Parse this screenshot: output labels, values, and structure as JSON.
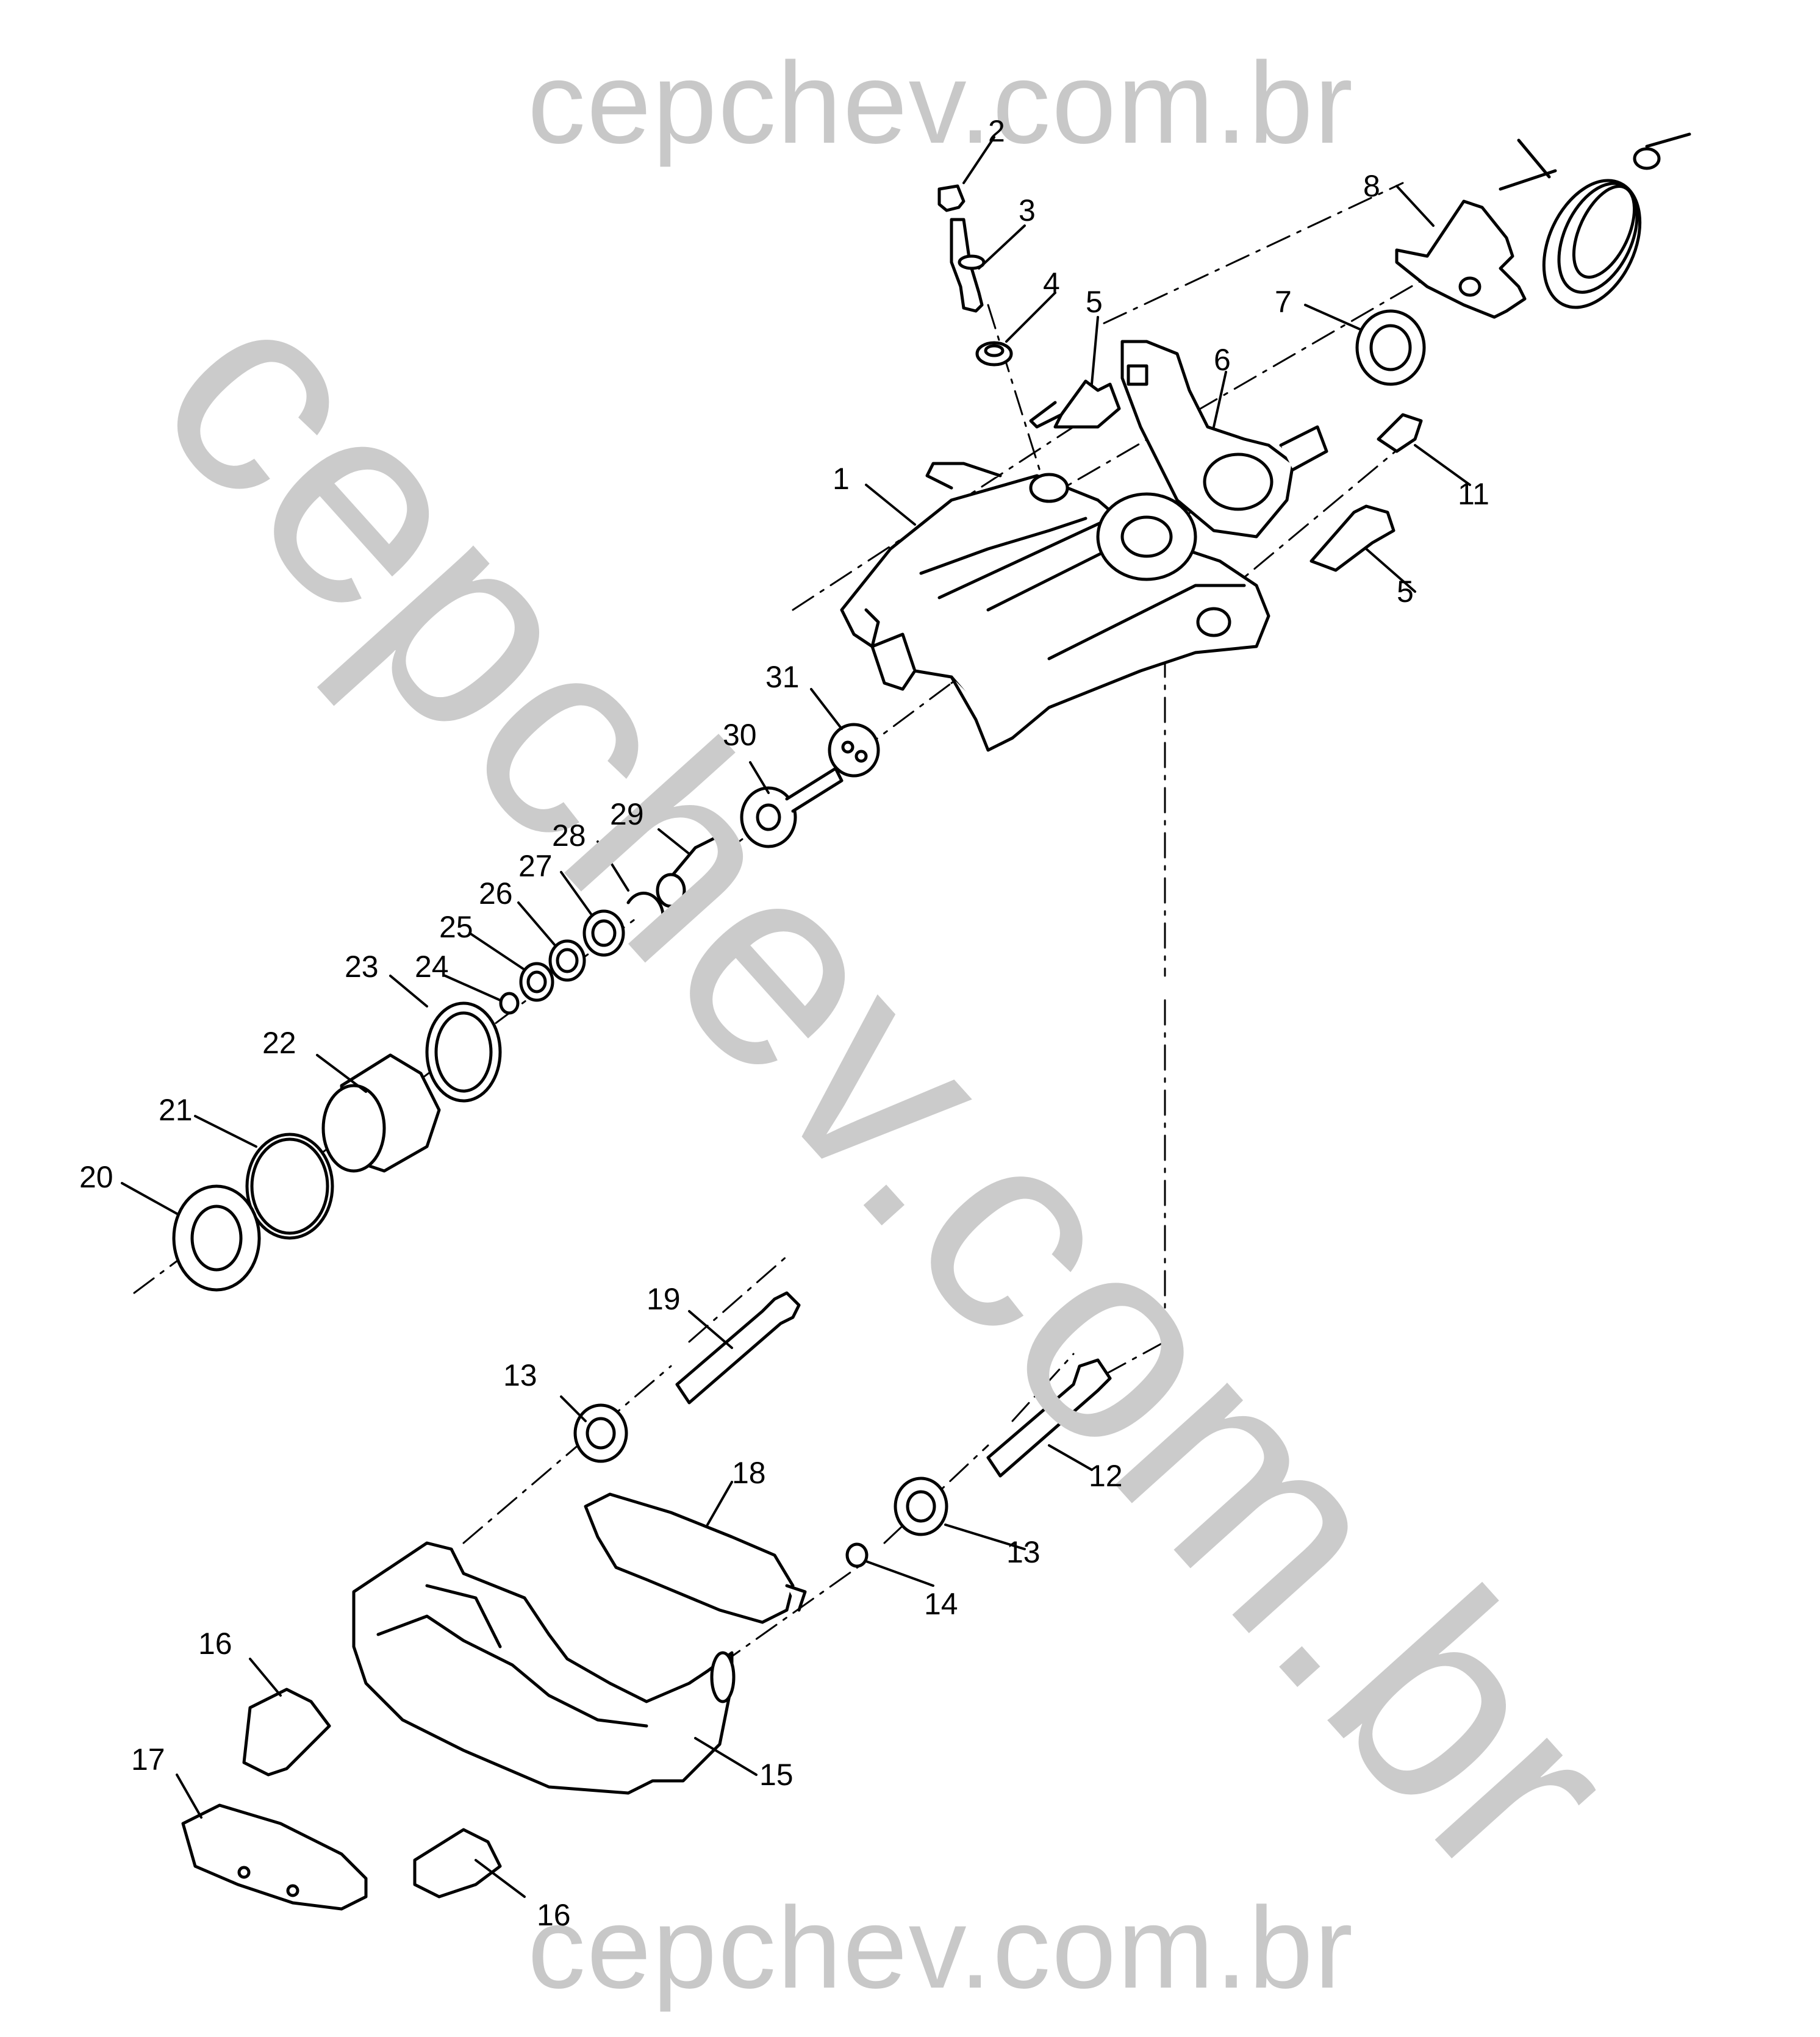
{
  "watermark": {
    "top": "cepchev.com.br",
    "diagonal": "cepchev.com.br",
    "bottom": "cepchev.com.br"
  },
  "callouts": [
    {
      "id": "c1",
      "label": "1"
    },
    {
      "id": "c2",
      "label": "2"
    },
    {
      "id": "c3",
      "label": "3"
    },
    {
      "id": "c4",
      "label": "4"
    },
    {
      "id": "c5a",
      "label": "5"
    },
    {
      "id": "c5b",
      "label": "5"
    },
    {
      "id": "c6",
      "label": "6"
    },
    {
      "id": "c7",
      "label": "7"
    },
    {
      "id": "c8",
      "label": "8"
    },
    {
      "id": "c11",
      "label": "11"
    },
    {
      "id": "c12",
      "label": "12"
    },
    {
      "id": "c13a",
      "label": "13"
    },
    {
      "id": "c13b",
      "label": "13"
    },
    {
      "id": "c14",
      "label": "14"
    },
    {
      "id": "c15",
      "label": "15"
    },
    {
      "id": "c16a",
      "label": "16"
    },
    {
      "id": "c16b",
      "label": "16"
    },
    {
      "id": "c17",
      "label": "17"
    },
    {
      "id": "c18",
      "label": "18"
    },
    {
      "id": "c19",
      "label": "19"
    },
    {
      "id": "c20",
      "label": "20"
    },
    {
      "id": "c21",
      "label": "21"
    },
    {
      "id": "c22",
      "label": "22"
    },
    {
      "id": "c23",
      "label": "23"
    },
    {
      "id": "c24",
      "label": "24"
    },
    {
      "id": "c25",
      "label": "25"
    },
    {
      "id": "c26",
      "label": "26"
    },
    {
      "id": "c27",
      "label": "27"
    },
    {
      "id": "c28",
      "label": "28"
    },
    {
      "id": "c29",
      "label": "29"
    },
    {
      "id": "c30",
      "label": "30"
    },
    {
      "id": "c31",
      "label": "31"
    }
  ]
}
